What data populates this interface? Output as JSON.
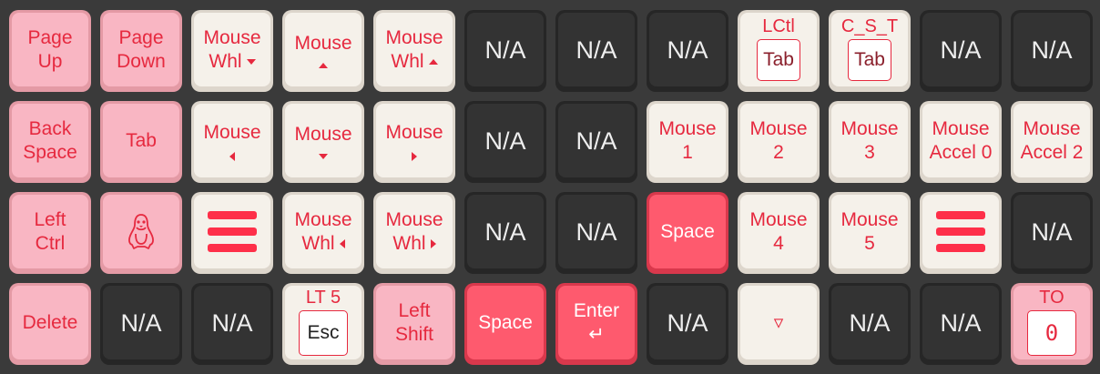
{
  "layout": {
    "colors": {
      "background": "#3a3a3a",
      "pink_key": "#f9b6c3",
      "cream_key": "#f5f1ea",
      "dark_key": "#333333",
      "red_key": "#fe5a6e",
      "legend_red": "#e6293f"
    }
  },
  "keys": {
    "r0c0": {
      "l1": "Page",
      "l2": "Up"
    },
    "r0c1": {
      "l1": "Page",
      "l2": "Down"
    },
    "r0c2": {
      "l1": "Mouse",
      "l2": "Whl"
    },
    "r0c3": {
      "l1": "Mouse"
    },
    "r0c4": {
      "l1": "Mouse",
      "l2": "Whl"
    },
    "r0c5": {
      "l1": "N/A"
    },
    "r0c6": {
      "l1": "N/A"
    },
    "r0c7": {
      "l1": "N/A"
    },
    "r0c8": {
      "hold": "LCtl",
      "tap": "Tab"
    },
    "r0c9": {
      "hold": "C_S_T",
      "tap": "Tab"
    },
    "r0c10": {
      "l1": "N/A"
    },
    "r0c11": {
      "l1": "N/A"
    },
    "r1c0": {
      "l1": "Back",
      "l2": "Space"
    },
    "r1c1": {
      "l1": "Tab"
    },
    "r1c2": {
      "l1": "Mouse"
    },
    "r1c3": {
      "l1": "Mouse"
    },
    "r1c4": {
      "l1": "Mouse"
    },
    "r1c5": {
      "l1": "N/A"
    },
    "r1c6": {
      "l1": "N/A"
    },
    "r1c7": {
      "l1": "Mouse",
      "l2": "1"
    },
    "r1c8": {
      "l1": "Mouse",
      "l2": "2"
    },
    "r1c9": {
      "l1": "Mouse",
      "l2": "3"
    },
    "r1c10": {
      "l1": "Mouse",
      "l2": "Accel 0"
    },
    "r1c11": {
      "l1": "Mouse",
      "l2": "Accel 2"
    },
    "r2c0": {
      "l1": "Left",
      "l2": "Ctrl"
    },
    "r2c1": {
      "icon": "linux-tux-icon"
    },
    "r2c2": {
      "icon": "menu-bars-icon"
    },
    "r2c3": {
      "l1": "Mouse",
      "l2": "Whl"
    },
    "r2c4": {
      "l1": "Mouse",
      "l2": "Whl"
    },
    "r2c5": {
      "l1": "N/A"
    },
    "r2c6": {
      "l1": "N/A"
    },
    "r2c7": {
      "l1": "Space"
    },
    "r2c8": {
      "l1": "Mouse",
      "l2": "4"
    },
    "r2c9": {
      "l1": "Mouse",
      "l2": "5"
    },
    "r2c10": {
      "icon": "menu-bars-icon"
    },
    "r2c11": {
      "l1": "N/A"
    },
    "r3c0": {
      "l1": "Delete"
    },
    "r3c1": {
      "l1": "N/A"
    },
    "r3c2": {
      "l1": "N/A"
    },
    "r3c3": {
      "hold": "LT 5",
      "tap": "Esc"
    },
    "r3c4": {
      "l1": "Left",
      "l2": "Shift"
    },
    "r3c5": {
      "l1": "Space"
    },
    "r3c6": {
      "l1": "Enter",
      "l2": "↵"
    },
    "r3c7": {
      "l1": "N/A"
    },
    "r3c8": {
      "l1": "▿"
    },
    "r3c9": {
      "l1": "N/A"
    },
    "r3c10": {
      "l1": "N/A"
    },
    "r3c11": {
      "hold": "TO",
      "tap": "0"
    }
  }
}
